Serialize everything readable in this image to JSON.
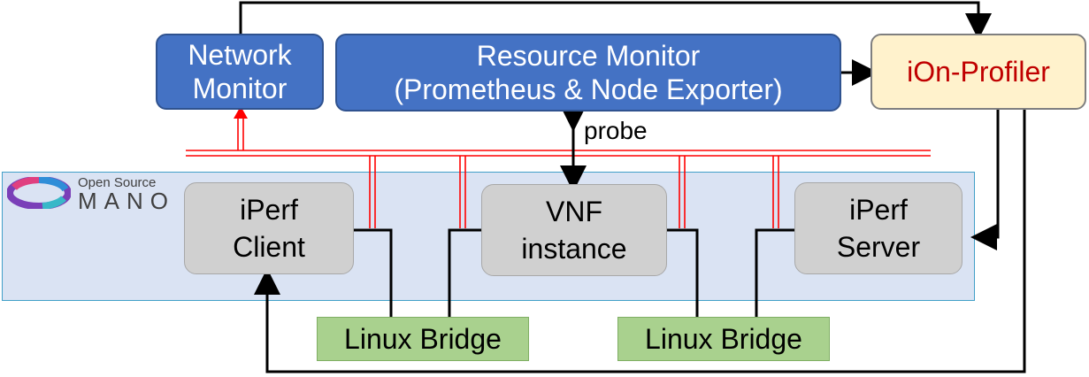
{
  "network_monitor": {
    "label": "Network\nMonitor"
  },
  "resource_monitor": {
    "label": "Resource Monitor\n(Prometheus & Node Exporter)"
  },
  "ion_profiler": {
    "label": "iOn-Profiler"
  },
  "probe_label": "probe",
  "mano_logo": {
    "line1": "Open Source",
    "line2": "MANO"
  },
  "iperf_client": {
    "label": "iPerf\nClient"
  },
  "vnf_instance": {
    "label": "VNF\ninstance"
  },
  "iperf_server": {
    "label": "iPerf\nServer"
  },
  "bridges": [
    {
      "label": "Linux Bridge"
    },
    {
      "label": "Linux Bridge"
    }
  ],
  "colors": {
    "blue": "#4472c4",
    "gray": "#d0d0d0",
    "green": "#a9d18e",
    "yellow": "#fff2cc",
    "red_text": "#c00000",
    "red_line": "#ff0000",
    "mano_bg": "#dae3f3"
  }
}
